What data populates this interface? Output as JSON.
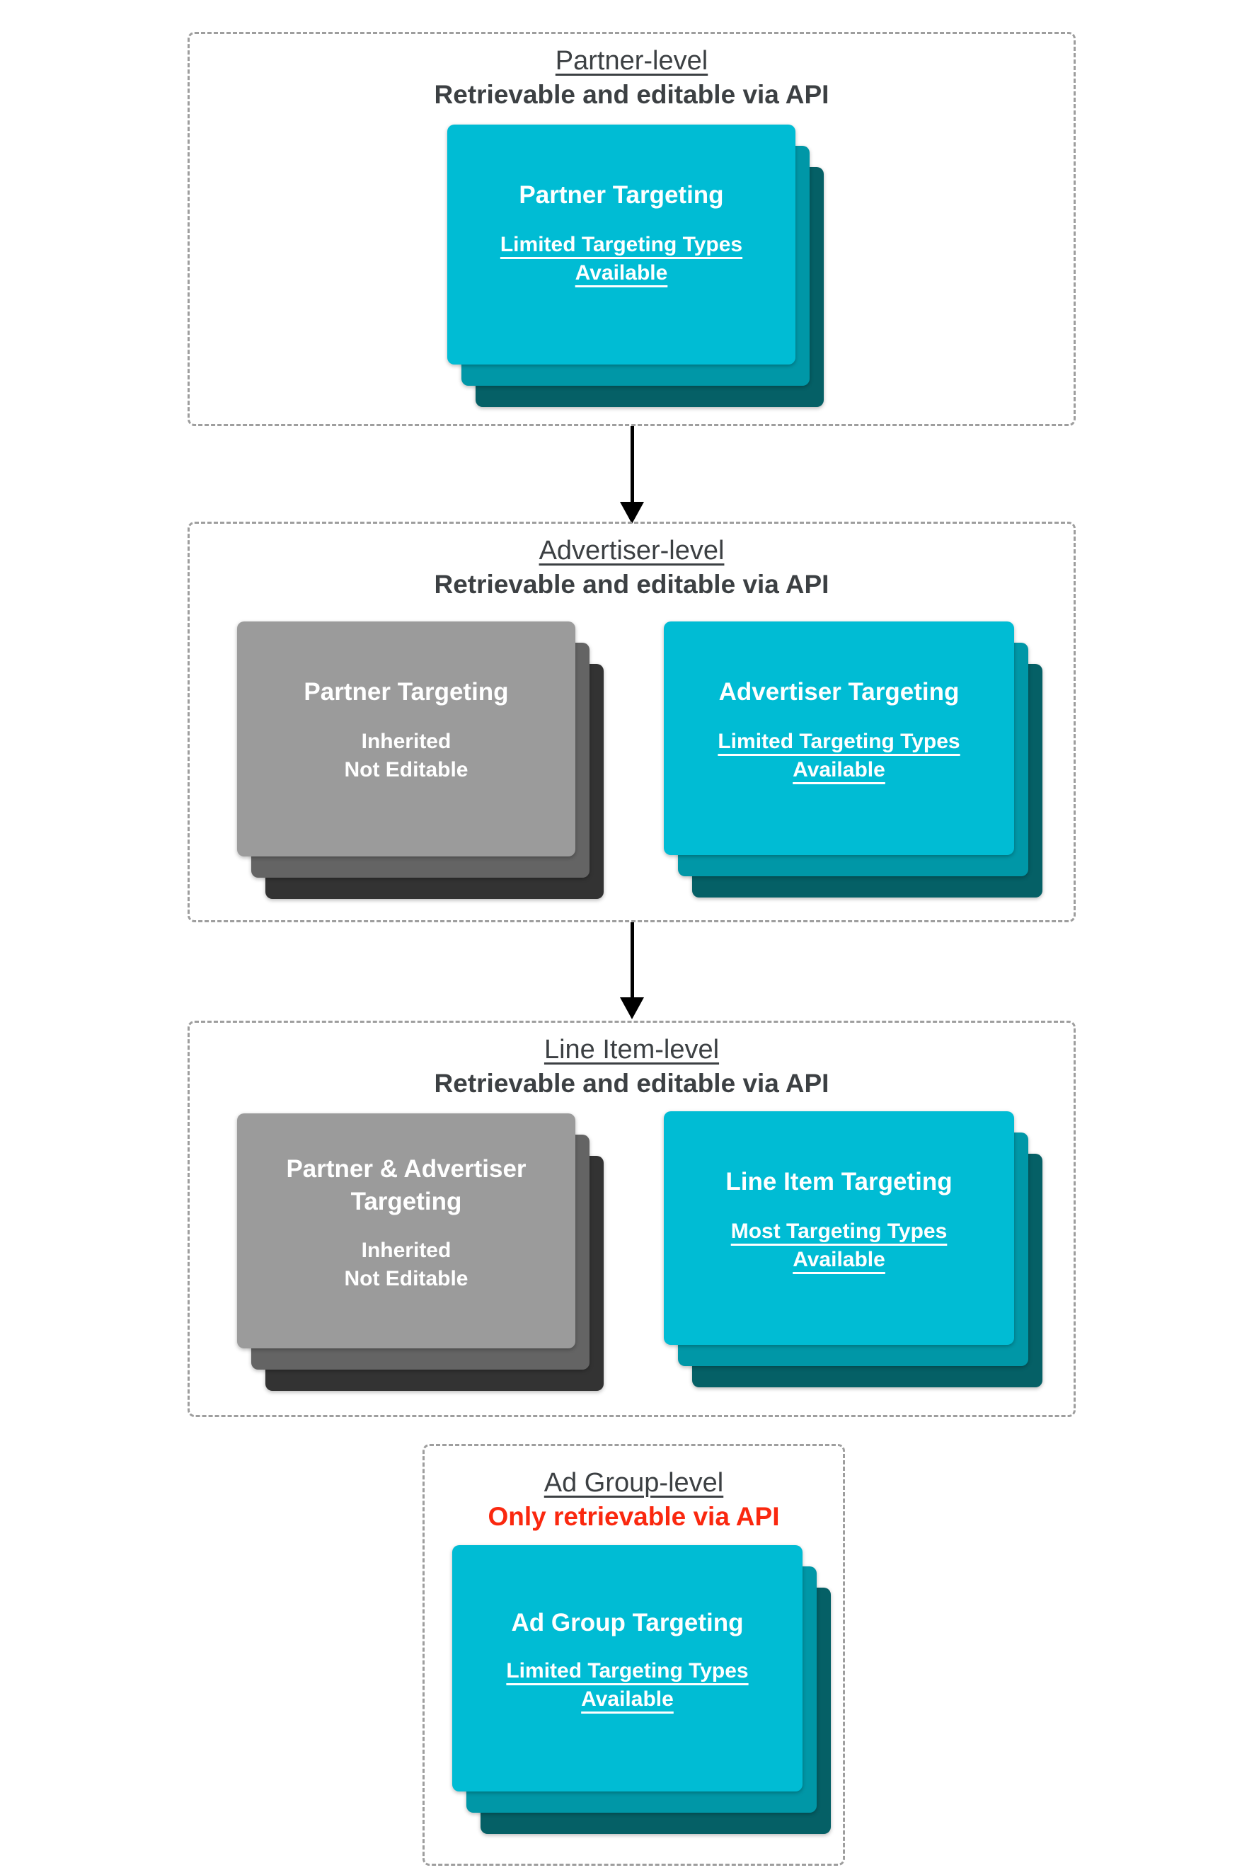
{
  "colors": {
    "card_cyan": "#00BCD4",
    "card_cyan_mid": "#0097A7",
    "card_cyan_back": "#056066",
    "card_gray": "#9B9B9B",
    "card_gray_mid": "#646464",
    "card_gray_back": "#333333",
    "heading_text": "#3C4043",
    "alert_red": "#FA280F",
    "border_dash": "#9E9E9E",
    "card_text": "#FFFFFF",
    "arrow_black": "#000000",
    "page_bg": "#FFFFFF"
  },
  "sections": [
    {
      "id": "partner-level",
      "heading": "Partner-level",
      "subheading": "Retrievable and editable via API",
      "cards": [
        {
          "title": "Partner Targeting",
          "line1": "Limited Targeting Types",
          "line2": "Available"
        }
      ]
    },
    {
      "id": "advertiser-level",
      "heading": "Advertiser-level",
      "subheading": "Retrievable and editable via API",
      "cards": [
        {
          "title": "Partner Targeting",
          "line1": "Inherited",
          "line2": "Not Editable"
        },
        {
          "title": "Advertiser Targeting",
          "line1": "Limited Targeting Types",
          "line2": "Available"
        }
      ]
    },
    {
      "id": "line-item-level",
      "heading": "Line Item-level",
      "subheading": "Retrievable and editable via API",
      "cards": [
        {
          "title": "Partner & Advertiser",
          "title2": "Targeting",
          "line1": "Inherited",
          "line2": "Not Editable"
        },
        {
          "title": "Line Item Targeting",
          "line1": "Most Targeting Types",
          "line2": "Available"
        }
      ]
    },
    {
      "id": "ad-group-level",
      "heading": "Ad Group-level",
      "subheading": "Only retrievable via API",
      "cards": [
        {
          "title": "Ad Group Targeting",
          "line1": "Limited Targeting Types",
          "line2": "Available"
        }
      ]
    }
  ]
}
